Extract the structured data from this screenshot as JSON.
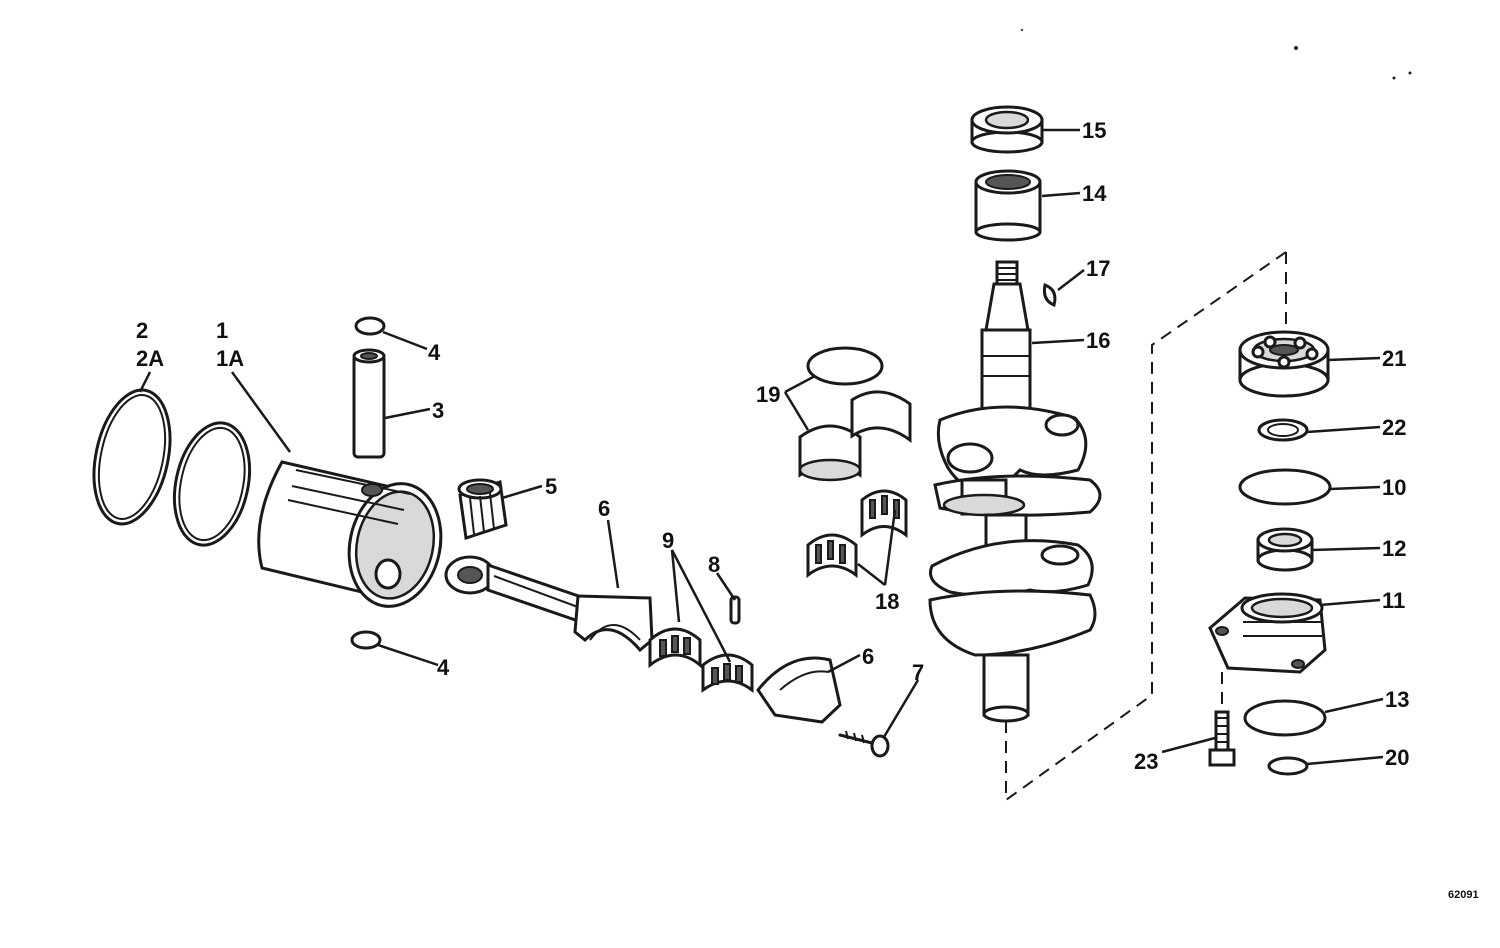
{
  "callouts": {
    "c1": "1",
    "c1a": "1A",
    "c2": "2",
    "c2a": "2A",
    "c3": "3",
    "c4a": "4",
    "c4b": "4",
    "c5": "5",
    "c6a": "6",
    "c6b": "6",
    "c7": "7",
    "c8": "8",
    "c9": "9",
    "c10": "10",
    "c11": "11",
    "c12": "12",
    "c13": "13",
    "c14": "14",
    "c15": "15",
    "c16": "16",
    "c17": "17",
    "c18": "18",
    "c19": "19",
    "c20": "20",
    "c21": "21",
    "c22": "22",
    "c23": "23"
  },
  "drawing_number": "62091"
}
